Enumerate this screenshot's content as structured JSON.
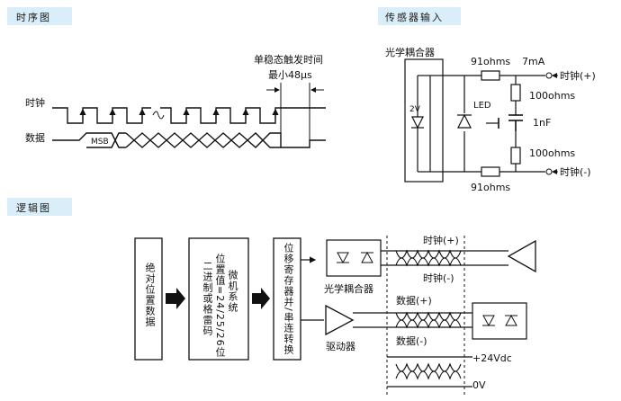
{
  "sections": {
    "timing_title": "时序图",
    "sensor_title": "传感器输入",
    "logic_title": "逻辑图"
  },
  "timing": {
    "clock_label": "时钟",
    "data_label": "数据",
    "msb_label": "MSB",
    "monostable_label": "单稳态触发时间",
    "min_label": "最小48μs"
  },
  "sensor": {
    "optocoupler_label": "光学耦合器",
    "r_top": "91ohms",
    "current": "7mA",
    "clock_plus": "时钟(+)",
    "clock_minus": "时钟(-)",
    "r_right_top": "100ohms",
    "cap": "1nF",
    "r_right_bottom": "100ohms",
    "r_bottom": "91ohms",
    "zener": "2V",
    "led": "LED"
  },
  "logic": {
    "abs_position": "绝对位置数据",
    "micro_line1": "微机系统",
    "micro_line2": "位置值=24/25/26位",
    "micro_line3": "二进制或格雷码",
    "shift_register": "位移寄存器并/串连转换",
    "optocoupler": "光学耦合器",
    "driver": "驱动器",
    "clock_plus": "时钟(+)",
    "clock_minus": "时钟(-)",
    "data_plus": "数据(+)",
    "data_minus": "数据(-)",
    "vdc": "+24Vdc",
    "zero_v": "0V"
  }
}
